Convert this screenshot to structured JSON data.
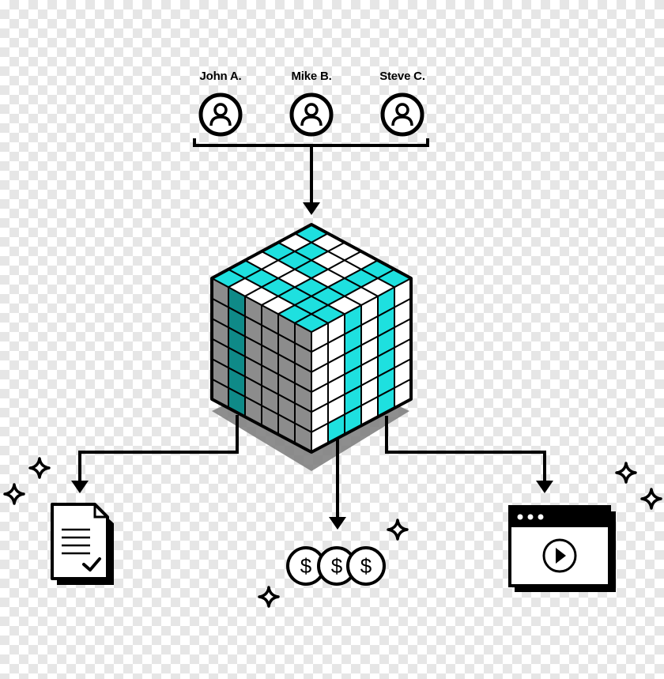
{
  "people": [
    {
      "name": "John A."
    },
    {
      "name": "Mike B."
    },
    {
      "name": "Steve C."
    }
  ],
  "icons": {
    "people": "person-icon",
    "cube": "data-cube",
    "outputs": [
      "document-check-icon",
      "coins-icon",
      "video-player-icon"
    ],
    "sparkles": "sparkle-icon"
  },
  "coins": {
    "symbol": "$",
    "count": 3
  },
  "colors": {
    "accent": "#1ee0df",
    "accent_dark": "#0f8a88",
    "side_gray": "#8c8c8c",
    "shadow": "#7a7a7a",
    "stroke": "#000000"
  }
}
